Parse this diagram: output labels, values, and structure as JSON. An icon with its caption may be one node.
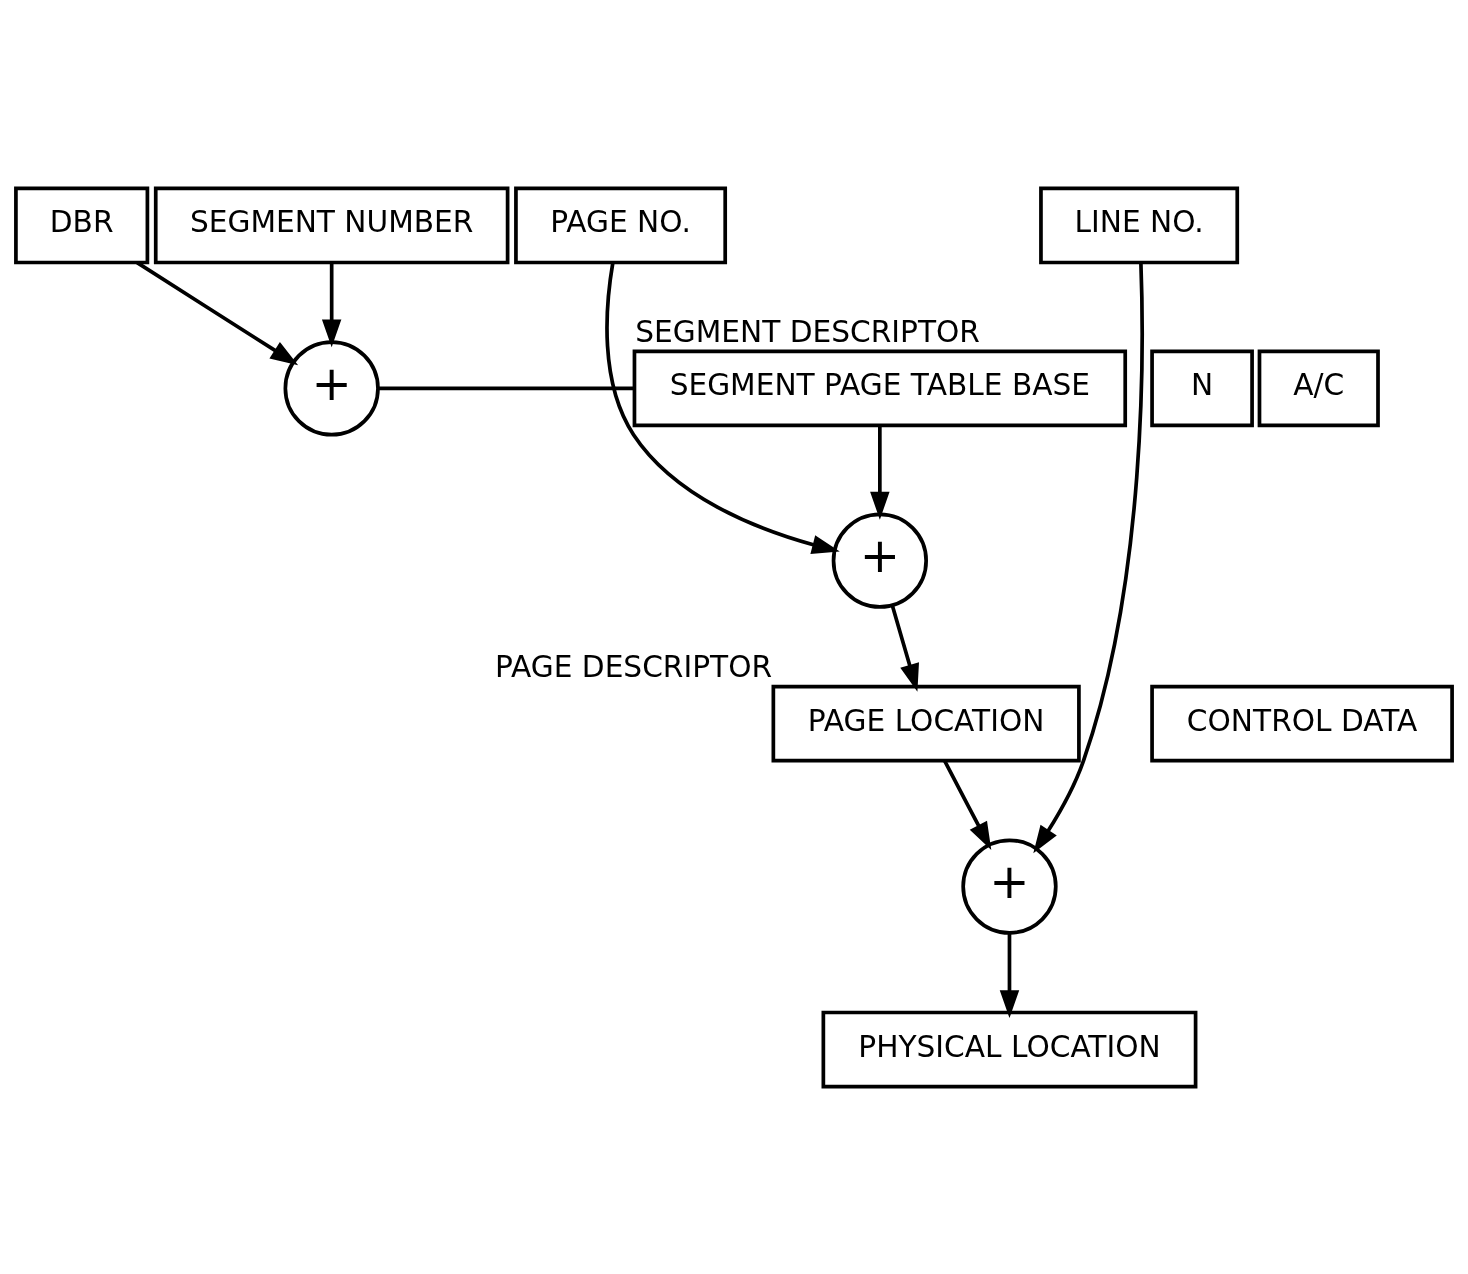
{
  "diagram": {
    "nodes": [
      {
        "text": [
          "DBR"
        ]
      },
      {
        "text": [
          "+"
        ]
      },
      {
        "text": [
          "SEGMENT PAGE TABLE BASE"
        ],
        "beside": [
          "SEGMENT DESCRIPTOR"
        ]
      },
      {
        "text": [
          "N"
        ]
      },
      {
        "text": [
          "A/C"
        ]
      },
      {
        "text": [
          "+"
        ]
      },
      {
        "text": [
          "SEGMENT NUMBER"
        ]
      },
      {
        "text": [
          "PAGE NO."
        ]
      },
      {
        "text": [
          "LINE NO."
        ]
      },
      {
        "text": [
          "PAGE LOCATION"
        ],
        "beside": [
          "PAGE DESCRIPTOR"
        ]
      },
      {
        "text": [
          "CONTROL DATA"
        ]
      },
      {
        "text": [
          "+"
        ]
      },
      {
        "text": [
          "PHYSICAL LOCATION"
        ]
      }
    ],
    "edges": [
      {
        "from": 0,
        "to": 1,
        "arrow": "to"
      },
      {
        "from": 6,
        "to": 1,
        "arrow": "to"
      },
      {
        "from": 1,
        "to": 2,
        "arrow": "none"
      },
      {
        "from": 2,
        "to": 5,
        "arrow": "to"
      },
      {
        "from": 7,
        "to": 5,
        "arrow": "to"
      },
      {
        "from": 5,
        "to": 9,
        "arrow": "to"
      },
      {
        "from": 9,
        "to": 11,
        "arrow": "to"
      },
      {
        "from": 8,
        "to": 11,
        "arrow": "to"
      },
      {
        "from": 11,
        "to": 12,
        "arrow": "to"
      }
    ]
  }
}
